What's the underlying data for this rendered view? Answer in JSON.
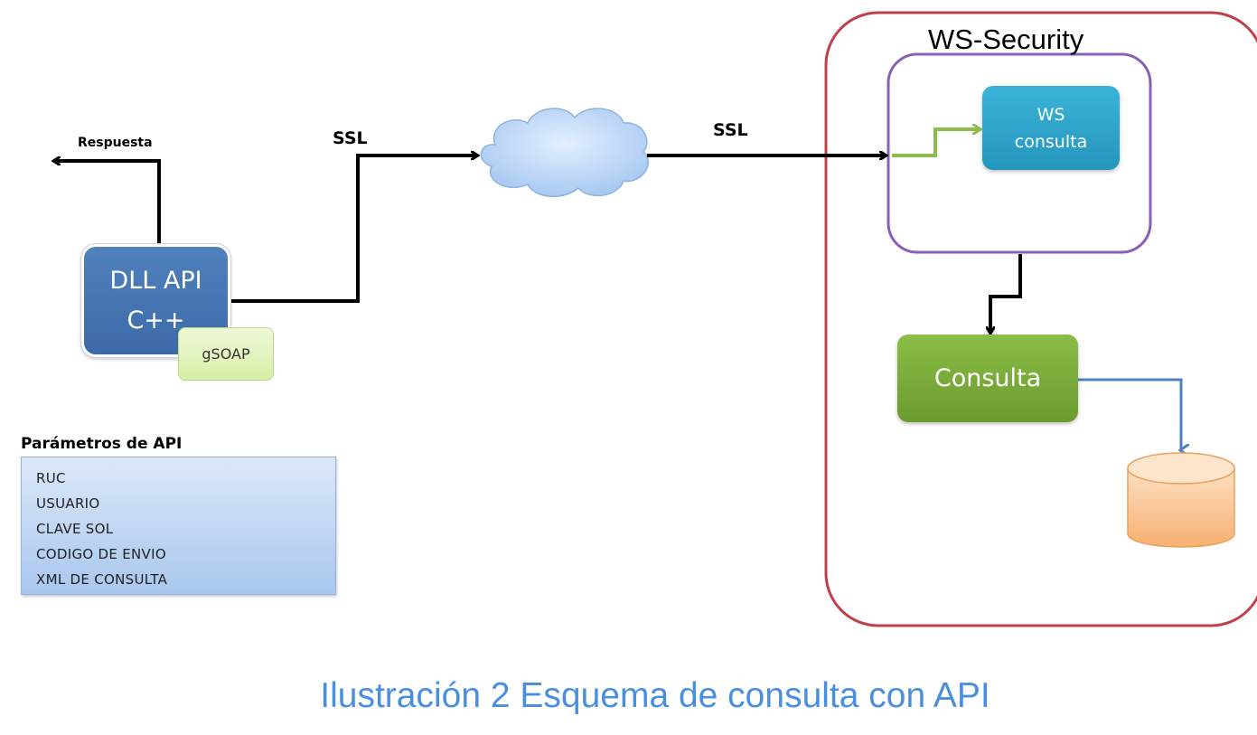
{
  "labels": {
    "respuesta": "Respuesta",
    "ssl_left": "SSL",
    "ssl_right": "SSL",
    "ws_security": "WS-Security"
  },
  "nodes": {
    "dll_api": {
      "line1": "DLL API",
      "line2": "C++"
    },
    "gsoap": "gSOAP",
    "ws_consulta": {
      "line1": "WS",
      "line2": "consulta"
    },
    "consulta": "Consulta"
  },
  "parameters": {
    "title": "Parámetros de API",
    "items": [
      "RUC",
      "USUARIO",
      "CLAVE SOL",
      "CODIGO DE ENVIO",
      "XML DE CONSULTA"
    ]
  },
  "caption": "Ilustración 2 Esquema de consulta con API",
  "colors": {
    "dll": "#4f81bd",
    "gsoap": "#d7efa6",
    "ws": "#2ea6cf",
    "consulta": "#77a83a",
    "database": "#fbc28f",
    "ws_security_border": "#c0404a",
    "inner_border": "#8a5fb8",
    "green_arrow": "#8fbc4f",
    "blue_arrow": "#4f81bd",
    "caption": "#4a8fde"
  }
}
